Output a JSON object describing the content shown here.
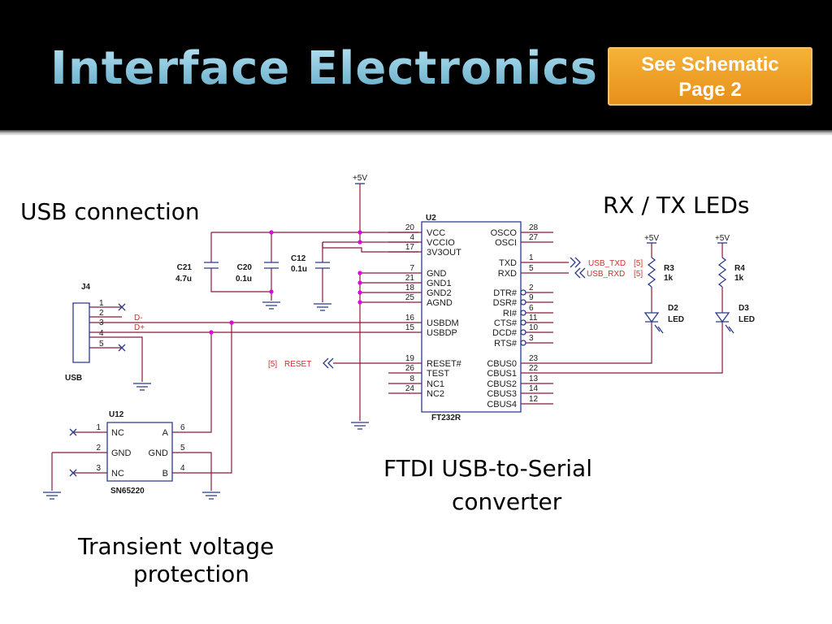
{
  "slide": {
    "title": "Interface Electronics",
    "button_lines": [
      "See Schematic",
      "Page 2"
    ]
  },
  "captions": {
    "usb": "USB connection",
    "leds": "RX / TX LEDs",
    "ftdi_line1": "FTDI USB-to-Serial",
    "ftdi_line2": "converter",
    "tvs_line1": "Transient voltage",
    "tvs_line2": "protection"
  },
  "schematic": {
    "power": "+5V",
    "u2": {
      "ref": "U2",
      "part": "FT232R",
      "left_pins": [
        {
          "num": "20",
          "name": "VCC"
        },
        {
          "num": "4",
          "name": "VCCIO"
        },
        {
          "num": "17",
          "name": "3V3OUT"
        },
        {
          "num": "7",
          "name": "GND"
        },
        {
          "num": "21",
          "name": "GND1"
        },
        {
          "num": "18",
          "name": "GND2"
        },
        {
          "num": "25",
          "name": "AGND"
        },
        {
          "num": "16",
          "name": "USBDM"
        },
        {
          "num": "15",
          "name": "USBDP"
        },
        {
          "num": "19",
          "name": "RESET#"
        },
        {
          "num": "26",
          "name": "TEST"
        },
        {
          "num": "8",
          "name": "NC1"
        },
        {
          "num": "24",
          "name": "NC2"
        }
      ],
      "right_pins": [
        {
          "num": "28",
          "name": "OSCO"
        },
        {
          "num": "27",
          "name": "OSCI"
        },
        {
          "num": "1",
          "name": "TXD"
        },
        {
          "num": "5",
          "name": "RXD"
        },
        {
          "num": "2",
          "name": "DTR#"
        },
        {
          "num": "9",
          "name": "DSR#"
        },
        {
          "num": "6",
          "name": "RI#"
        },
        {
          "num": "11",
          "name": "CTS#"
        },
        {
          "num": "10",
          "name": "DCD#"
        },
        {
          "num": "3",
          "name": "RTS#"
        },
        {
          "num": "23",
          "name": "CBUS0"
        },
        {
          "num": "22",
          "name": "CBUS1"
        },
        {
          "num": "13",
          "name": "CBUS2"
        },
        {
          "num": "14",
          "name": "CBUS3"
        },
        {
          "num": "12",
          "name": "CBUS4"
        }
      ]
    },
    "capacitors": [
      {
        "ref": "C21",
        "value": "4.7u"
      },
      {
        "ref": "C20",
        "value": "0.1u"
      },
      {
        "ref": "C12",
        "value": "0.1u"
      }
    ],
    "j4": {
      "ref": "J4",
      "name": "USB",
      "pins": [
        "1",
        "2",
        "3",
        "4",
        "5"
      ],
      "dminus": "D-",
      "dplus": "D+"
    },
    "u12": {
      "ref": "U12",
      "part": "SN65220",
      "left_pins": [
        {
          "num": "1",
          "name": "NC"
        },
        {
          "num": "2",
          "name": "GND"
        },
        {
          "num": "3",
          "name": "NC"
        }
      ],
      "right_pins": [
        {
          "num": "6",
          "name": "A"
        },
        {
          "num": "5",
          "name": "GND"
        },
        {
          "num": "4",
          "name": "B"
        }
      ]
    },
    "net_labels": {
      "usb_txd": "USB_TXD",
      "usb_rxd": "USB_RXD",
      "reset": "RESET",
      "page_ref": "[5]"
    },
    "resistors": [
      {
        "ref": "R3",
        "value": "1k"
      },
      {
        "ref": "R4",
        "value": "1k"
      }
    ],
    "leds": [
      {
        "ref": "D2",
        "value": "LED"
      },
      {
        "ref": "D3",
        "value": "LED"
      }
    ]
  },
  "colors": {
    "wire": "#8b1a3a",
    "junction": "#e000e0",
    "net_label": "#d03030",
    "component": "#2b3a8c",
    "text": "#1a1a1a"
  }
}
